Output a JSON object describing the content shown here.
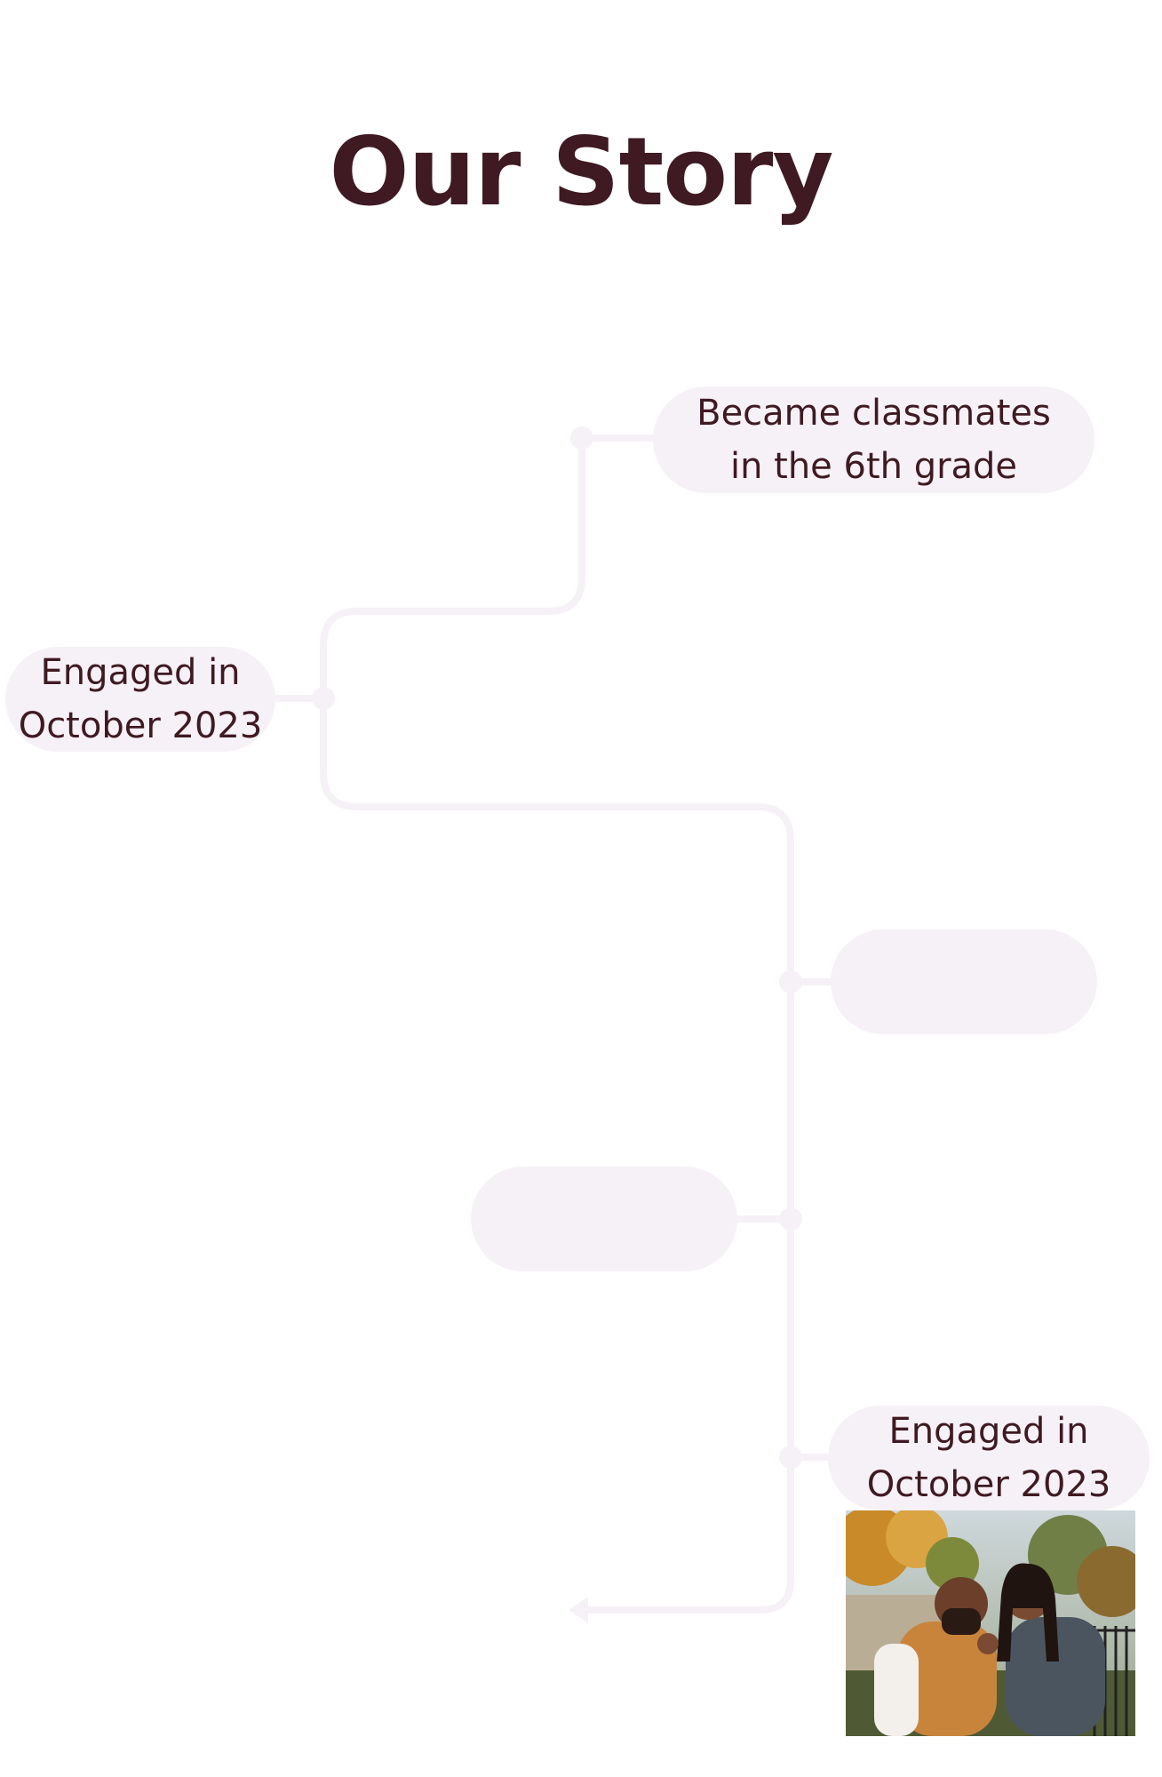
{
  "page": {
    "title": "Our Story"
  },
  "timeline": {
    "events": [
      {
        "line1": "Became classmates",
        "line2": "in the 6th grade"
      },
      {
        "line1": "Engaged in",
        "line2": "October 2023"
      },
      {
        "line1": "",
        "line2": ""
      },
      {
        "line1": "",
        "line2": ""
      },
      {
        "line1": "Engaged in",
        "line2": "October 2023"
      }
    ],
    "photo": {
      "icon": "engagement-photo"
    }
  },
  "colors": {
    "title": "#3f1a22",
    "text": "#3f1a22",
    "bubble": "#f6f1f6",
    "line": "#f6f1f6"
  }
}
